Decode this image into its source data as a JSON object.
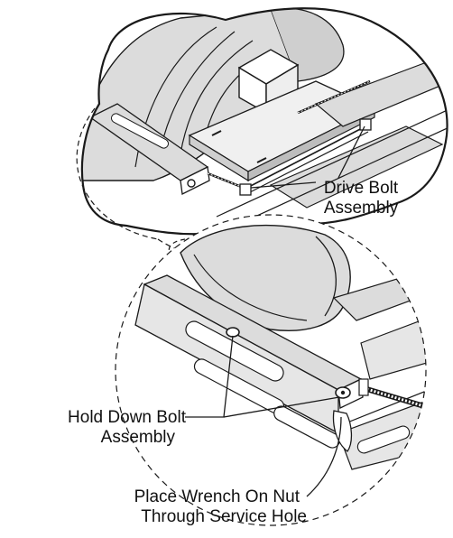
{
  "labels": {
    "drive_bolt": [
      "Drive Bolt",
      "Assembly"
    ],
    "hold_down": [
      "Hold Down Bolt",
      "Assembly"
    ],
    "wrench": [
      "Place Wrench On Nut",
      "Through Service Hole"
    ]
  },
  "colors": {
    "line": "#1a1a1a",
    "gray_fill": "#dcdcdc",
    "mid_fill": "#bdbdbd",
    "white": "#ffffff"
  }
}
